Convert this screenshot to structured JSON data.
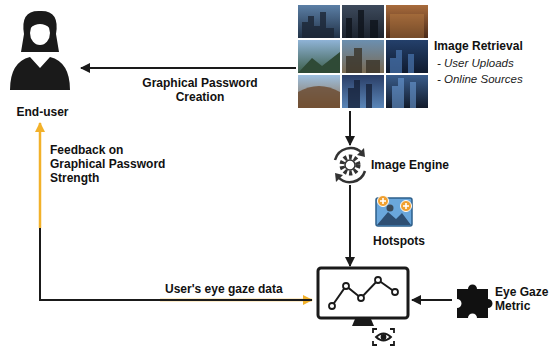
{
  "diagram": {
    "nodes": [
      {
        "text": [
          "End-user"
        ]
      },
      {
        "text": [
          "Image Retrieval",
          "- User Uploads",
          "- Online Sources"
        ]
      },
      {
        "text": [
          "Image Engine"
        ]
      },
      {
        "text": [
          "Hotspots"
        ]
      },
      {
        "text": []
      },
      {
        "text": [
          "Eye Gaze Metric"
        ]
      }
    ],
    "edges": [
      {
        "from": 1,
        "to": 0,
        "arrow": "to",
        "label": "Graphical Password Creation"
      },
      {
        "from": 1,
        "to": 2,
        "arrow": "to"
      },
      {
        "from": 2,
        "to": 4,
        "arrow": "to"
      },
      {
        "from": 5,
        "to": 4,
        "arrow": "to"
      },
      {
        "from": 0,
        "to": 4,
        "arrow": "to",
        "label": "User's eye gaze data"
      },
      {
        "from": 4,
        "to": 0,
        "arrow": "to",
        "label": "Feedback on Graphical Password Strength"
      }
    ]
  }
}
